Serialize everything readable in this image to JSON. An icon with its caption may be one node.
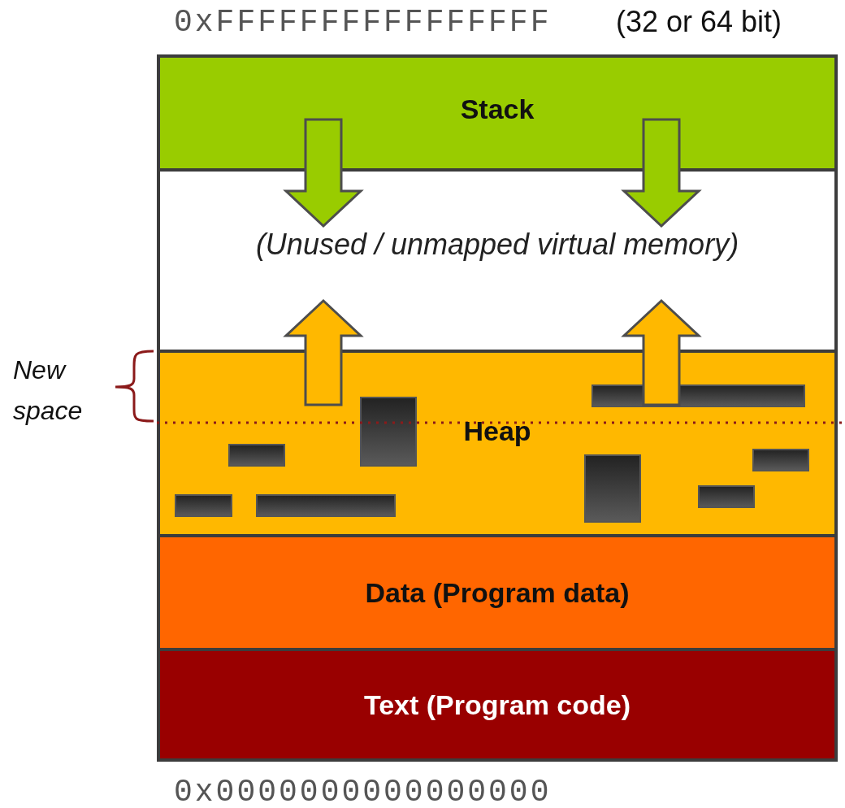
{
  "diagram": {
    "nodes": [
      {
        "text": [
          "Stack"
        ]
      },
      {
        "text": [
          "(Unused / unmapped virtual memory)"
        ]
      },
      {
        "text": [
          "Heap"
        ]
      },
      {
        "text": [
          "Data (Program data)"
        ]
      },
      {
        "text": [
          "Text (Program code)"
        ]
      }
    ],
    "edges": [
      {
        "from": 0,
        "to": 1,
        "arrow": "to"
      },
      {
        "from": 0,
        "to": 1,
        "arrow": "to"
      },
      {
        "from": 2,
        "to": 1,
        "arrow": "to"
      },
      {
        "from": 2,
        "to": 1,
        "arrow": "to"
      }
    ],
    "labels": [
      "0xFFFFFFFFFFFFFFFF",
      "(32 or 64 bit)",
      "New space",
      "0x0000000000000000"
    ]
  }
}
